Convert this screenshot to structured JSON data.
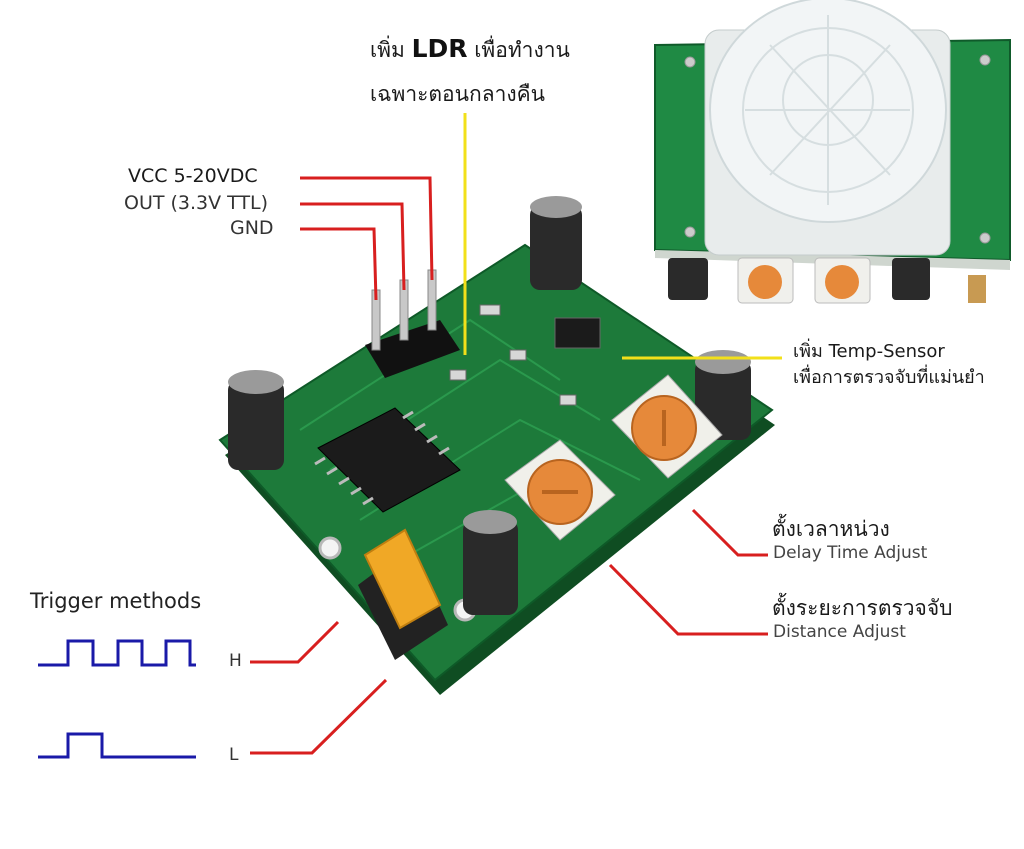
{
  "ldr_note": {
    "prefix": "เพิ่ม",
    "bold": "LDR",
    "suffix": "เพื่อทำงาน",
    "line2": "เฉพาะตอนกลางคืน"
  },
  "pins": {
    "vcc": "VCC 5-20VDC",
    "out": "OUT (3.3V TTL)",
    "gnd": "GND"
  },
  "temp_note": {
    "line1": "เพิ่ม Temp-Sensor",
    "line2": "เพื่อการตรวจจับที่แม่นยำ"
  },
  "delay": {
    "thai": "ตั้งเวลาหน่วง",
    "english": "Delay Time Adjust"
  },
  "distance": {
    "thai": "ตั้งระยะการตรวจจับ",
    "english": "Distance Adjust"
  },
  "trigger": {
    "title": "Trigger methods",
    "high": "H",
    "low": "L"
  },
  "colors": {
    "leader_red": "#d81f1f",
    "leader_yellow": "#f2e01a",
    "waveform": "#1a1aa8",
    "pcb_green": "#1d7a3a",
    "jumper": "#f0a826",
    "pot": "#e6893a"
  }
}
